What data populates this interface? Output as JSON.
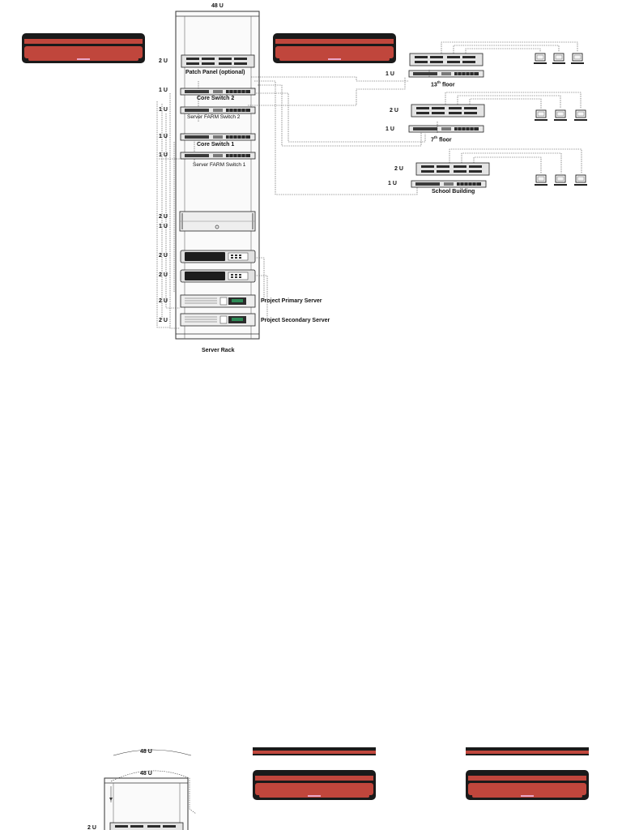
{
  "rack": {
    "top_label": "48 U",
    "caption": "Server Rack",
    "unit_labels": [
      "2 U",
      "1 U",
      "1 U",
      "1 U",
      "1 U",
      "2 U",
      "1 U",
      "2 U",
      "2 U",
      "2 U",
      "2 U"
    ],
    "devices": {
      "patch_panel": "Patch Panel (optional)",
      "core_switch_2": "Core Switch 2",
      "server_farm_switch_2": "Server FARM Switch 2",
      "core_switch_1": "Core Switch 1",
      "server_farm_switch_1": "Server FARM Switch 1",
      "primary_server": "Project Primary Server",
      "secondary_server": "Project Secondary Server"
    }
  },
  "floors": [
    {
      "name": "13",
      "name_sup": "th",
      "name_suffix": " floor",
      "units": [
        "1 U"
      ]
    },
    {
      "name": "7",
      "name_sup": "th",
      "name_suffix": " floor",
      "units": [
        "2 U",
        "1 U"
      ]
    },
    {
      "name": "School Building",
      "name_sup": "",
      "name_suffix": "",
      "units": [
        "2 U",
        "1 U"
      ]
    }
  ],
  "bottom_rack": {
    "top_label_outer": "48 U",
    "top_label_inner": "48 U",
    "unit_label": "2 U"
  },
  "colors": {
    "ac_red": "#c0463c",
    "ac_dark": "#1a1a1a",
    "rack_frame": "#555555",
    "device_gray": "#d9d9d9"
  }
}
